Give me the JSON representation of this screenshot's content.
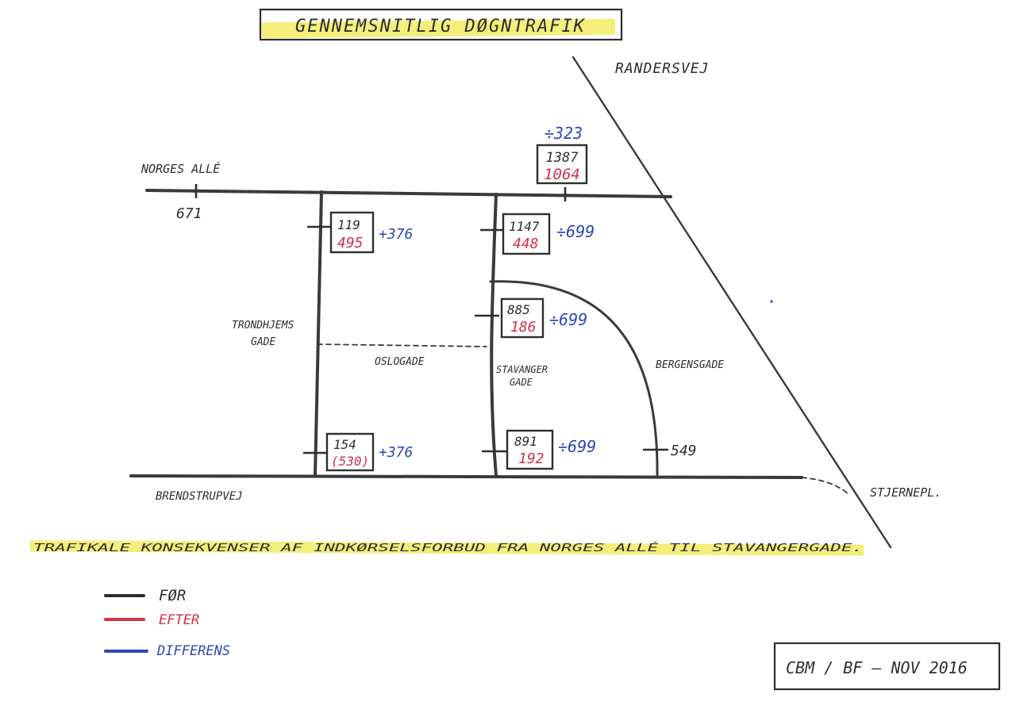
{
  "title": "GENNEMSNITLIG DØGNTRAFIK",
  "colors": {
    "before": "#2e2e2e",
    "after": "#d2314a",
    "difference": "#2d48b8",
    "highlight": "#f3ef7a"
  },
  "streets": {
    "randersvej": "RANDERSVEJ",
    "norges_alle": "NORGES ALLÉ",
    "trondhjemsgade": [
      "TRONDHJEMS",
      "GADE"
    ],
    "oslogade": "OSLOGADE",
    "stavangergade": [
      "STAVANGER",
      "GADE"
    ],
    "bergensgade": "BERGENSGADE",
    "brendstrupvej": "BRENDSTRUPVEJ",
    "stjernepl": "STJERNEPL."
  },
  "counts": {
    "norges_alle_west": "671",
    "norges_alle_east": {
      "before": "1387",
      "after": "1064",
      "diff": "÷323"
    },
    "trondhjemsgade_north": {
      "before": "119",
      "after": "495",
      "diff": "+376"
    },
    "trondhjemsgade_south": {
      "before": "154",
      "after": "(530)",
      "diff": "+376"
    },
    "stavangergade_north": {
      "before": "1147",
      "after": "448",
      "diff": "÷699"
    },
    "stavangergade_middle": {
      "before": "885",
      "after": "186",
      "diff": "÷699"
    },
    "stavangergade_south": {
      "before": "891",
      "after": "192",
      "diff": "÷699"
    },
    "bergensgade": "549"
  },
  "caption": "TRAFIKALE KONSEKVENSER AF INDKØRSELSFORBUD FRA NORGES ALLÉ TIL STAVANGERGADE.",
  "legend": [
    {
      "label": "FØR",
      "color": "#2e2e2e"
    },
    {
      "label": "EFTER",
      "color": "#d2314a"
    },
    {
      "label": "DIFFERENS",
      "color": "#2d48b8"
    }
  ],
  "signature": "CBM / BF – NOV 2016"
}
